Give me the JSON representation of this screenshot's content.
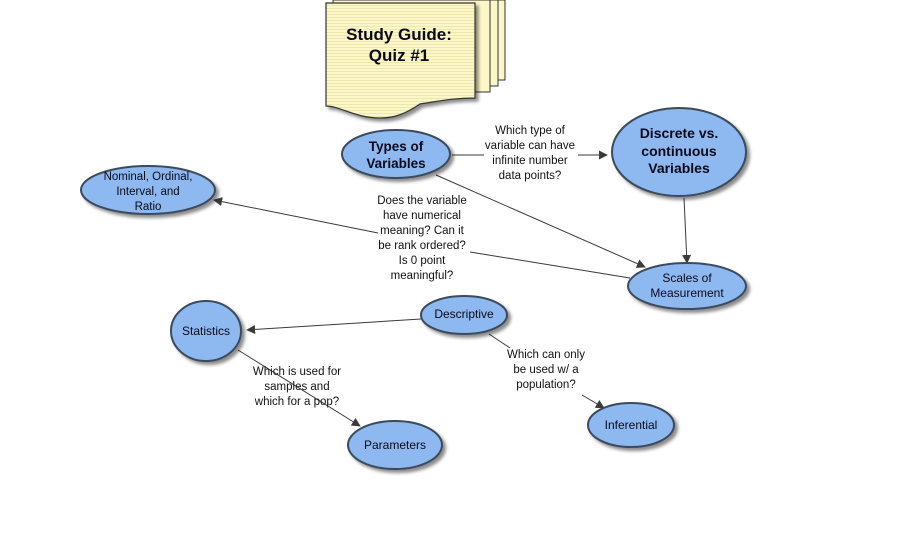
{
  "title": {
    "lines": [
      "Study Guide:",
      "Quiz #1"
    ]
  },
  "nodes": {
    "types_of_variables": {
      "lines": [
        "Types of",
        "Variables"
      ]
    },
    "discrete_vs_continuous": {
      "lines": [
        "Discrete vs.",
        "continuous",
        "Variables"
      ]
    },
    "nominal_ordinal": {
      "lines": [
        "Nominal, Ordinal,",
        "Interval, and",
        "Ratio"
      ]
    },
    "scales_of_measurement": {
      "lines": [
        "Scales of",
        "Measurement"
      ]
    },
    "descriptive": {
      "lines": [
        "Descriptive"
      ]
    },
    "statistics": {
      "lines": [
        "Statistics"
      ]
    },
    "parameters": {
      "lines": [
        "Parameters"
      ]
    },
    "inferential": {
      "lines": [
        "Inferential"
      ]
    }
  },
  "link_labels": {
    "infinite_points": [
      "Which type of",
      "variable can have",
      "infinite number",
      "data points?"
    ],
    "numerical_meaning": [
      "Does the variable",
      "have numerical",
      "meaning? Can it",
      "be rank ordered?",
      "Is 0 point",
      "meaningful?"
    ],
    "population_only": [
      "Which can only",
      "be used w/ a",
      "population?"
    ],
    "samples_pop": [
      "Which is used for",
      "samples and",
      "which for a pop?"
    ]
  },
  "colors": {
    "node_fill": "#8db8f0",
    "node_stroke": "#3c4a5c",
    "note_fill": "#fcf7c8",
    "note_lines": "#e8e2a8",
    "arrow": "#3a3a3a"
  }
}
